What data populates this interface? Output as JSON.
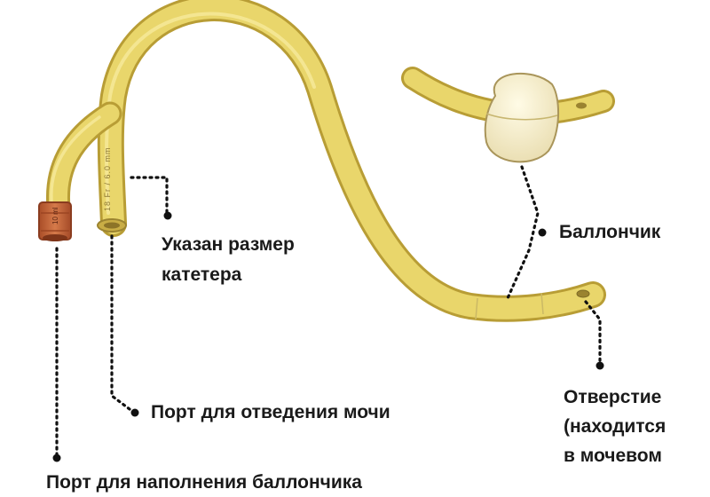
{
  "labels": {
    "size": [
      "Указан размер",
      "катетера"
    ],
    "drain_port": "Порт для отведения мочи",
    "balloon": "Баллончик",
    "eyelet": [
      "Отверстие",
      "(находится",
      "в мочевом"
    ],
    "bottom_cut": "Порт для наполнения баллончика"
  },
  "markings": {
    "shaft_print": "18 Fr / 6.0 mm",
    "valve_print": "10 ml"
  },
  "colors": {
    "catheter_fill": "#e9d66b",
    "catheter_edge": "#b89d35",
    "valve": "#c8663a",
    "balloon": "#f4edc6",
    "text": "#1a1a1a"
  }
}
